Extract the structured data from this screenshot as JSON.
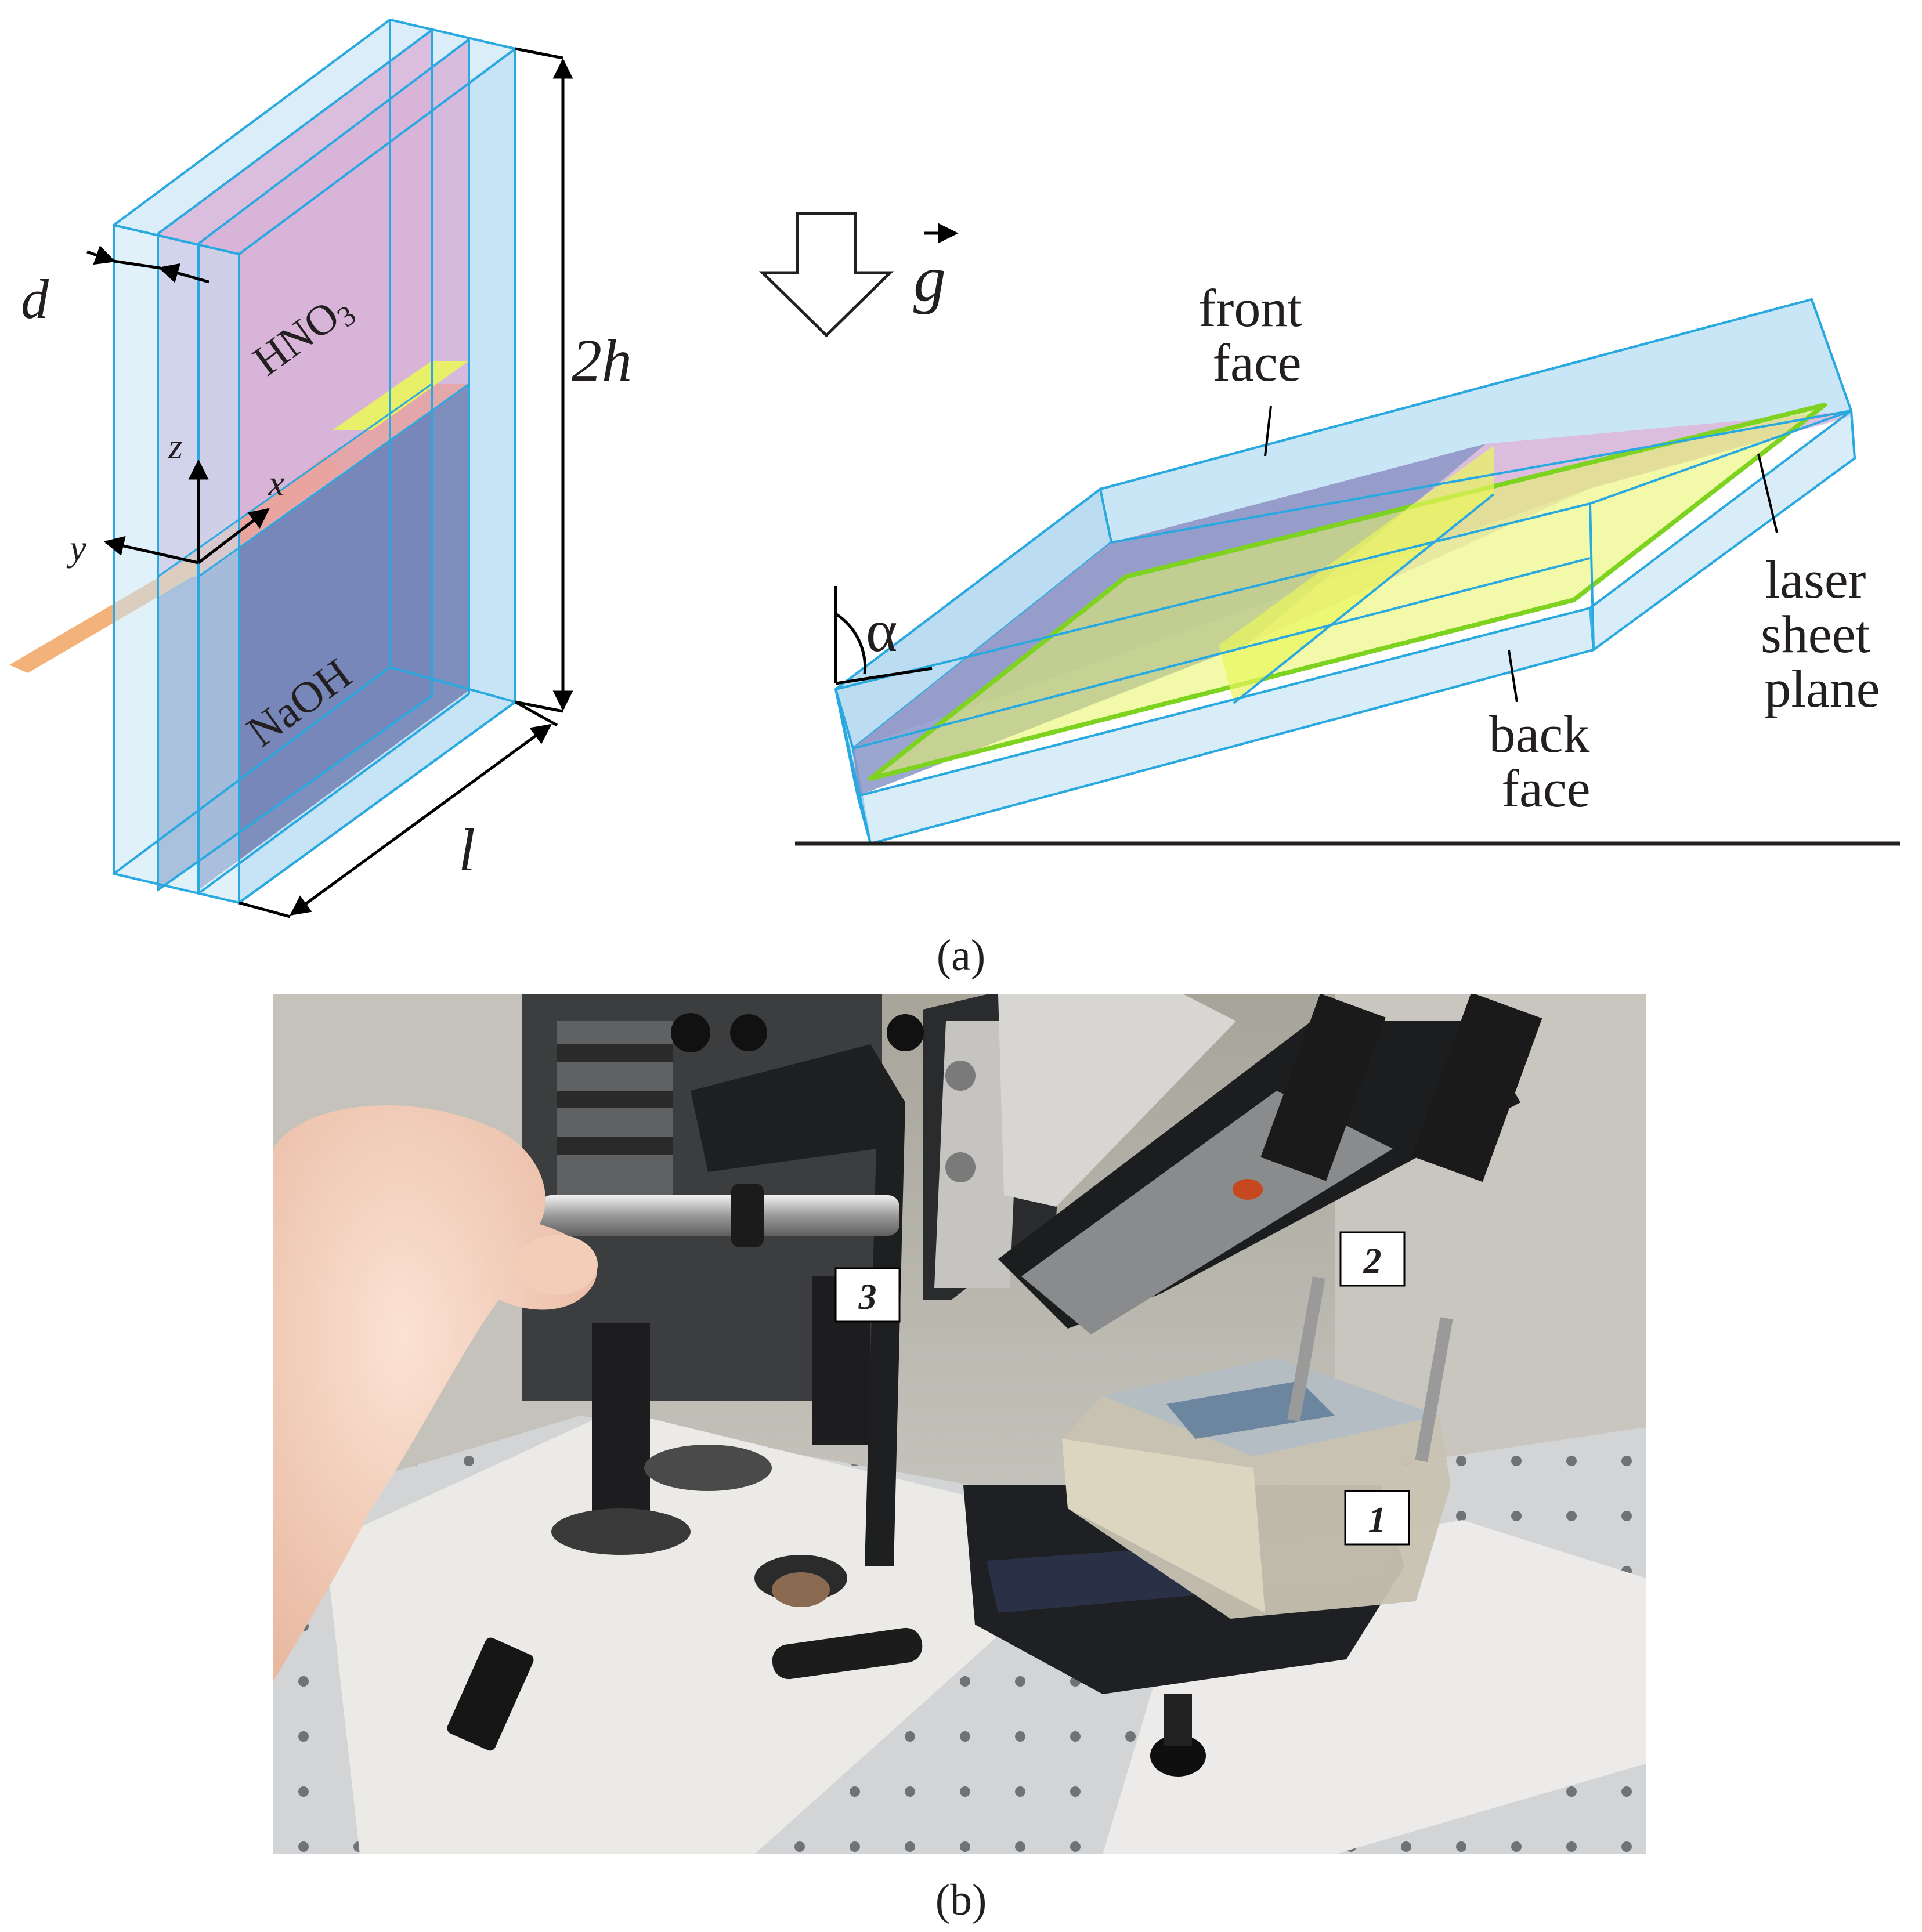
{
  "panel_a": {
    "cell_labels": {
      "d": "d",
      "height": "2h",
      "length": "l",
      "upper_liquid": "HNO",
      "upper_liquid_subscript": "3",
      "lower_liquid": "NaOH",
      "axis_z": "z",
      "axis_x": "x",
      "axis_y": "y"
    },
    "gravity_label": "g",
    "tilted_cell": {
      "front_face": [
        "front",
        "face"
      ],
      "back_face": [
        "back",
        "face"
      ],
      "laser_sheet_plane": [
        "laser",
        "sheet",
        "plane"
      ],
      "angle": "α"
    },
    "caption": "(a)"
  },
  "panel_b": {
    "markers": [
      "1",
      "2",
      "3"
    ],
    "caption": "(b)"
  },
  "colors": {
    "glass_edge": "#29a9e0",
    "glass_fill": "#c9e6f6",
    "acid_fill": "#dcbcdc",
    "base_fill": "#7f8ebd",
    "laser_line": "#7ed321",
    "laser_fill": "#e8f562",
    "laser_beam": "#f2b27a"
  }
}
